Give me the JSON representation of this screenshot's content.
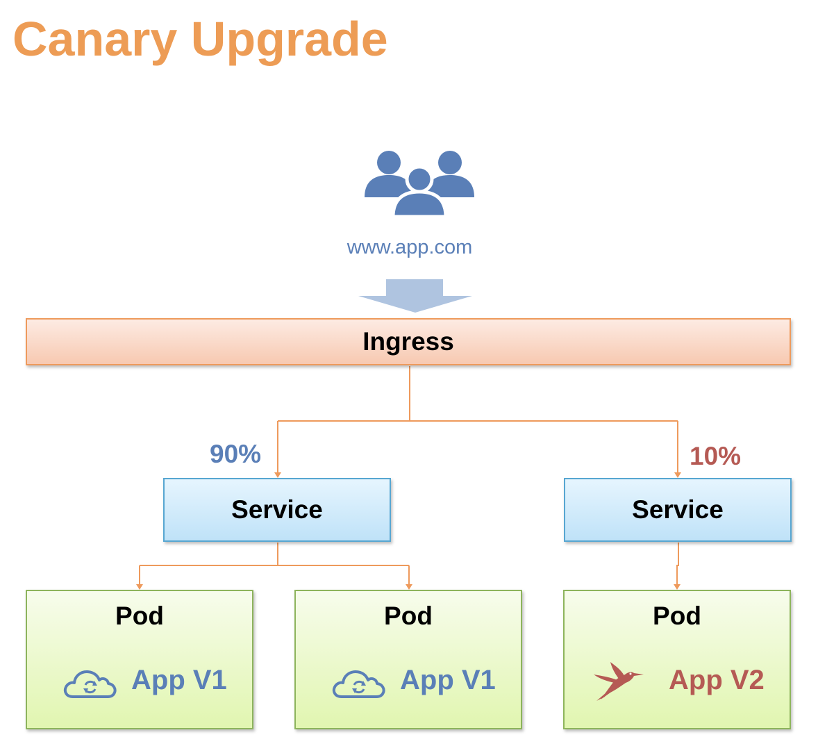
{
  "title": "Canary Upgrade",
  "users": {
    "icon": "users-group-icon",
    "domain": "www.app.com"
  },
  "ingress": {
    "label": "Ingress"
  },
  "services": [
    {
      "label": "Service",
      "weight": "90%"
    },
    {
      "label": "Service",
      "weight": "10%"
    }
  ],
  "pods": [
    {
      "label": "Pod",
      "app": "App V1",
      "icon": "cloud-sync-icon"
    },
    {
      "label": "Pod",
      "app": "App V1",
      "icon": "cloud-sync-icon"
    },
    {
      "label": "Pod",
      "app": "App V2",
      "icon": "hummingbird-icon"
    }
  ],
  "colors": {
    "title": "#ED9C55",
    "v1": "#5A7FB7",
    "v2": "#B55A54",
    "connector": "#EE9A5C"
  }
}
